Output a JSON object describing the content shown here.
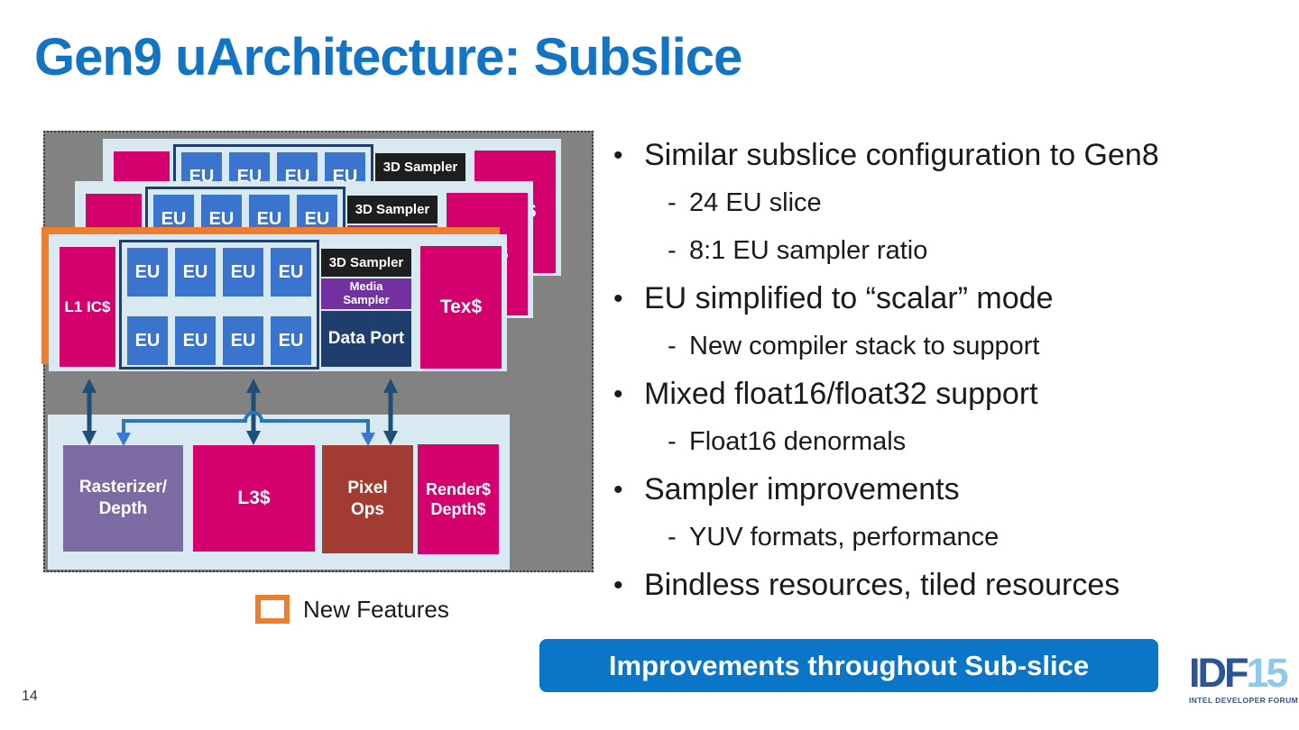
{
  "slide": {
    "title": "Gen9 uArchitecture: Subslice",
    "page_number": "14",
    "banner_label": "Improvements throughout Sub-slice",
    "legend_label": "New Features"
  },
  "list": {
    "bullet_marker": "•",
    "sub_marker": "-"
  },
  "bullets": [
    {
      "level": 1,
      "text": "Similar subslice configuration to Gen8"
    },
    {
      "level": 2,
      "text": "24 EU slice"
    },
    {
      "level": 2,
      "text": "8:1 EU sampler ratio"
    },
    {
      "level": 1,
      "text": "EU simplified to “scalar” mode"
    },
    {
      "level": 2,
      "text": "New compiler stack to support"
    },
    {
      "level": 1,
      "text": "Mixed float16/float32 support"
    },
    {
      "level": 2,
      "text": "Float16 denormals"
    },
    {
      "level": 1,
      "text": "Sampler improvements"
    },
    {
      "level": 2,
      "text": "YUV formats, performance"
    },
    {
      "level": 1,
      "text": "Bindless resources, tiled resources"
    }
  ],
  "diagram": {
    "card": {
      "l1_label": "L1 IC$",
      "eu_label": "EU",
      "sampler3d_label": "3D Sampler",
      "media_lines": [
        "Media",
        "Sampler"
      ],
      "dataport_label": "Data Port",
      "tex_label": "Tex$"
    },
    "bottom_blocks": [
      {
        "name": "rasterizer-depth",
        "lines": [
          "Rasterizer/",
          "Depth"
        ]
      },
      {
        "name": "l3-cache",
        "lines": [
          "L3$"
        ]
      },
      {
        "name": "pixel-ops",
        "lines": [
          "Pixel",
          "Ops"
        ]
      },
      {
        "name": "render-depth-cache",
        "lines": [
          "Render$",
          "Depth$"
        ]
      }
    ]
  },
  "logo": {
    "name": "IDF",
    "year": "15",
    "subtitle": "INTEL DEVELOPER FORUM"
  },
  "colors": {
    "title_blue": "#1474C4",
    "banner_blue": "#0B76C8",
    "magenta": "#D4006D",
    "eu_blue": "#3B74CE",
    "navy": "#1F3E6E",
    "arrow_navy": "#1F4E79",
    "link_blue": "#2E75B6",
    "arrowhead_blue": "#3A7BD0",
    "media_purple": "#7330A0",
    "raster_purple": "#7C6BA3",
    "brick": "#A23B32",
    "orange": "#ED7D31",
    "card_bg": "#D8E9F1",
    "gray": "#828282",
    "black_block": "#1E1E1E",
    "logo_dark": "#2B5597",
    "logo_light": "#8FC9EA",
    "text": "#1A1A1A"
  }
}
